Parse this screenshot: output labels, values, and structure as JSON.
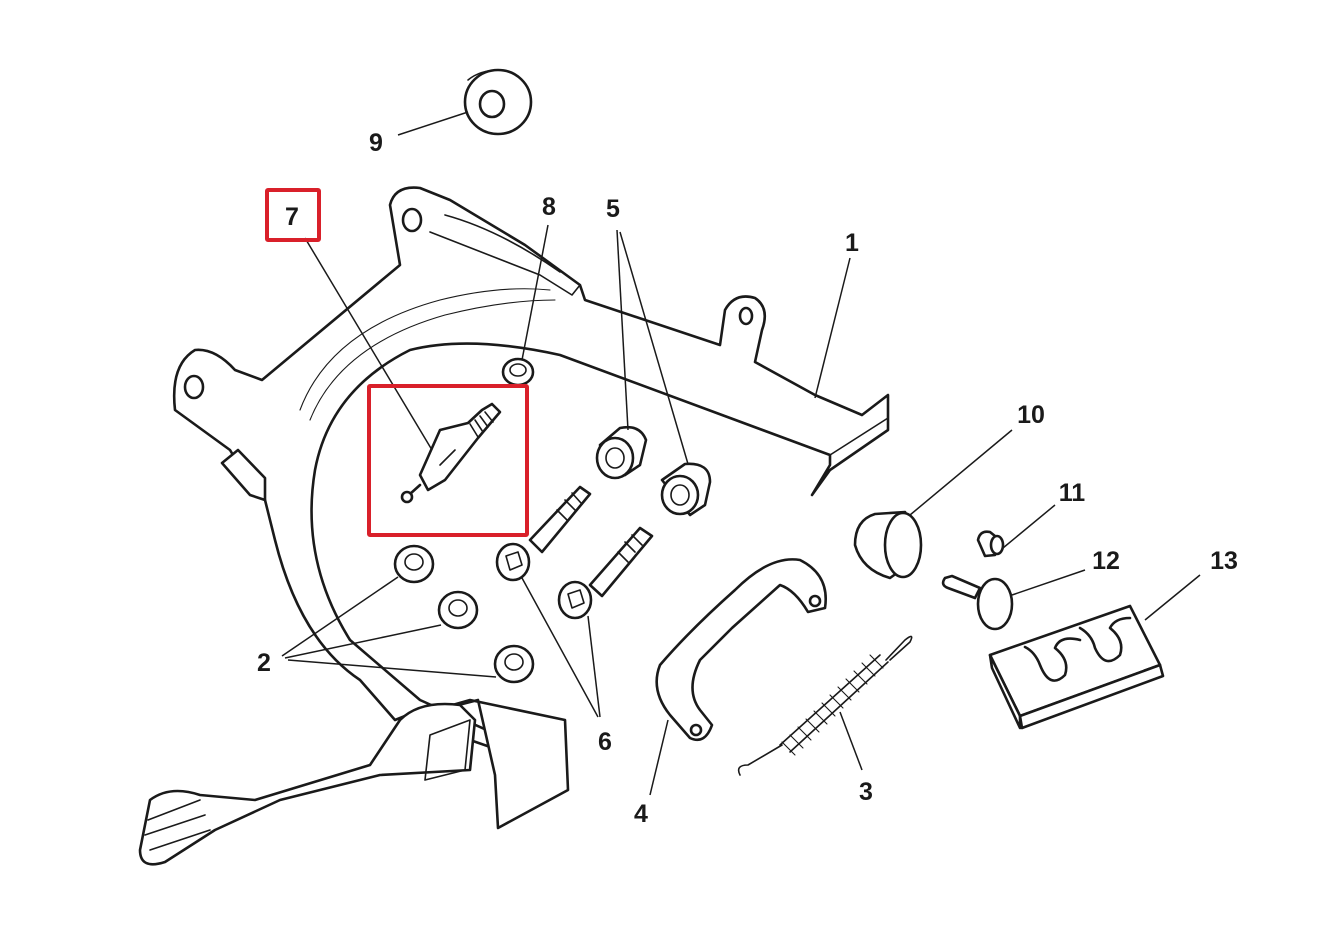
{
  "colors": {
    "ink": "#1a1a1a",
    "highlight": "#d9202a",
    "background": "#ffffff"
  },
  "highlighted_part": "7",
  "callouts": [
    {
      "id": "1",
      "text": "1"
    },
    {
      "id": "2",
      "text": "2"
    },
    {
      "id": "3",
      "text": "3"
    },
    {
      "id": "4",
      "text": "4"
    },
    {
      "id": "5",
      "text": "5"
    },
    {
      "id": "6",
      "text": "6"
    },
    {
      "id": "7",
      "text": "7"
    },
    {
      "id": "8",
      "text": "8"
    },
    {
      "id": "9",
      "text": "9"
    },
    {
      "id": "10",
      "text": "10"
    },
    {
      "id": "11",
      "text": "11"
    },
    {
      "id": "12",
      "text": "12"
    },
    {
      "id": "13",
      "text": "13"
    }
  ]
}
